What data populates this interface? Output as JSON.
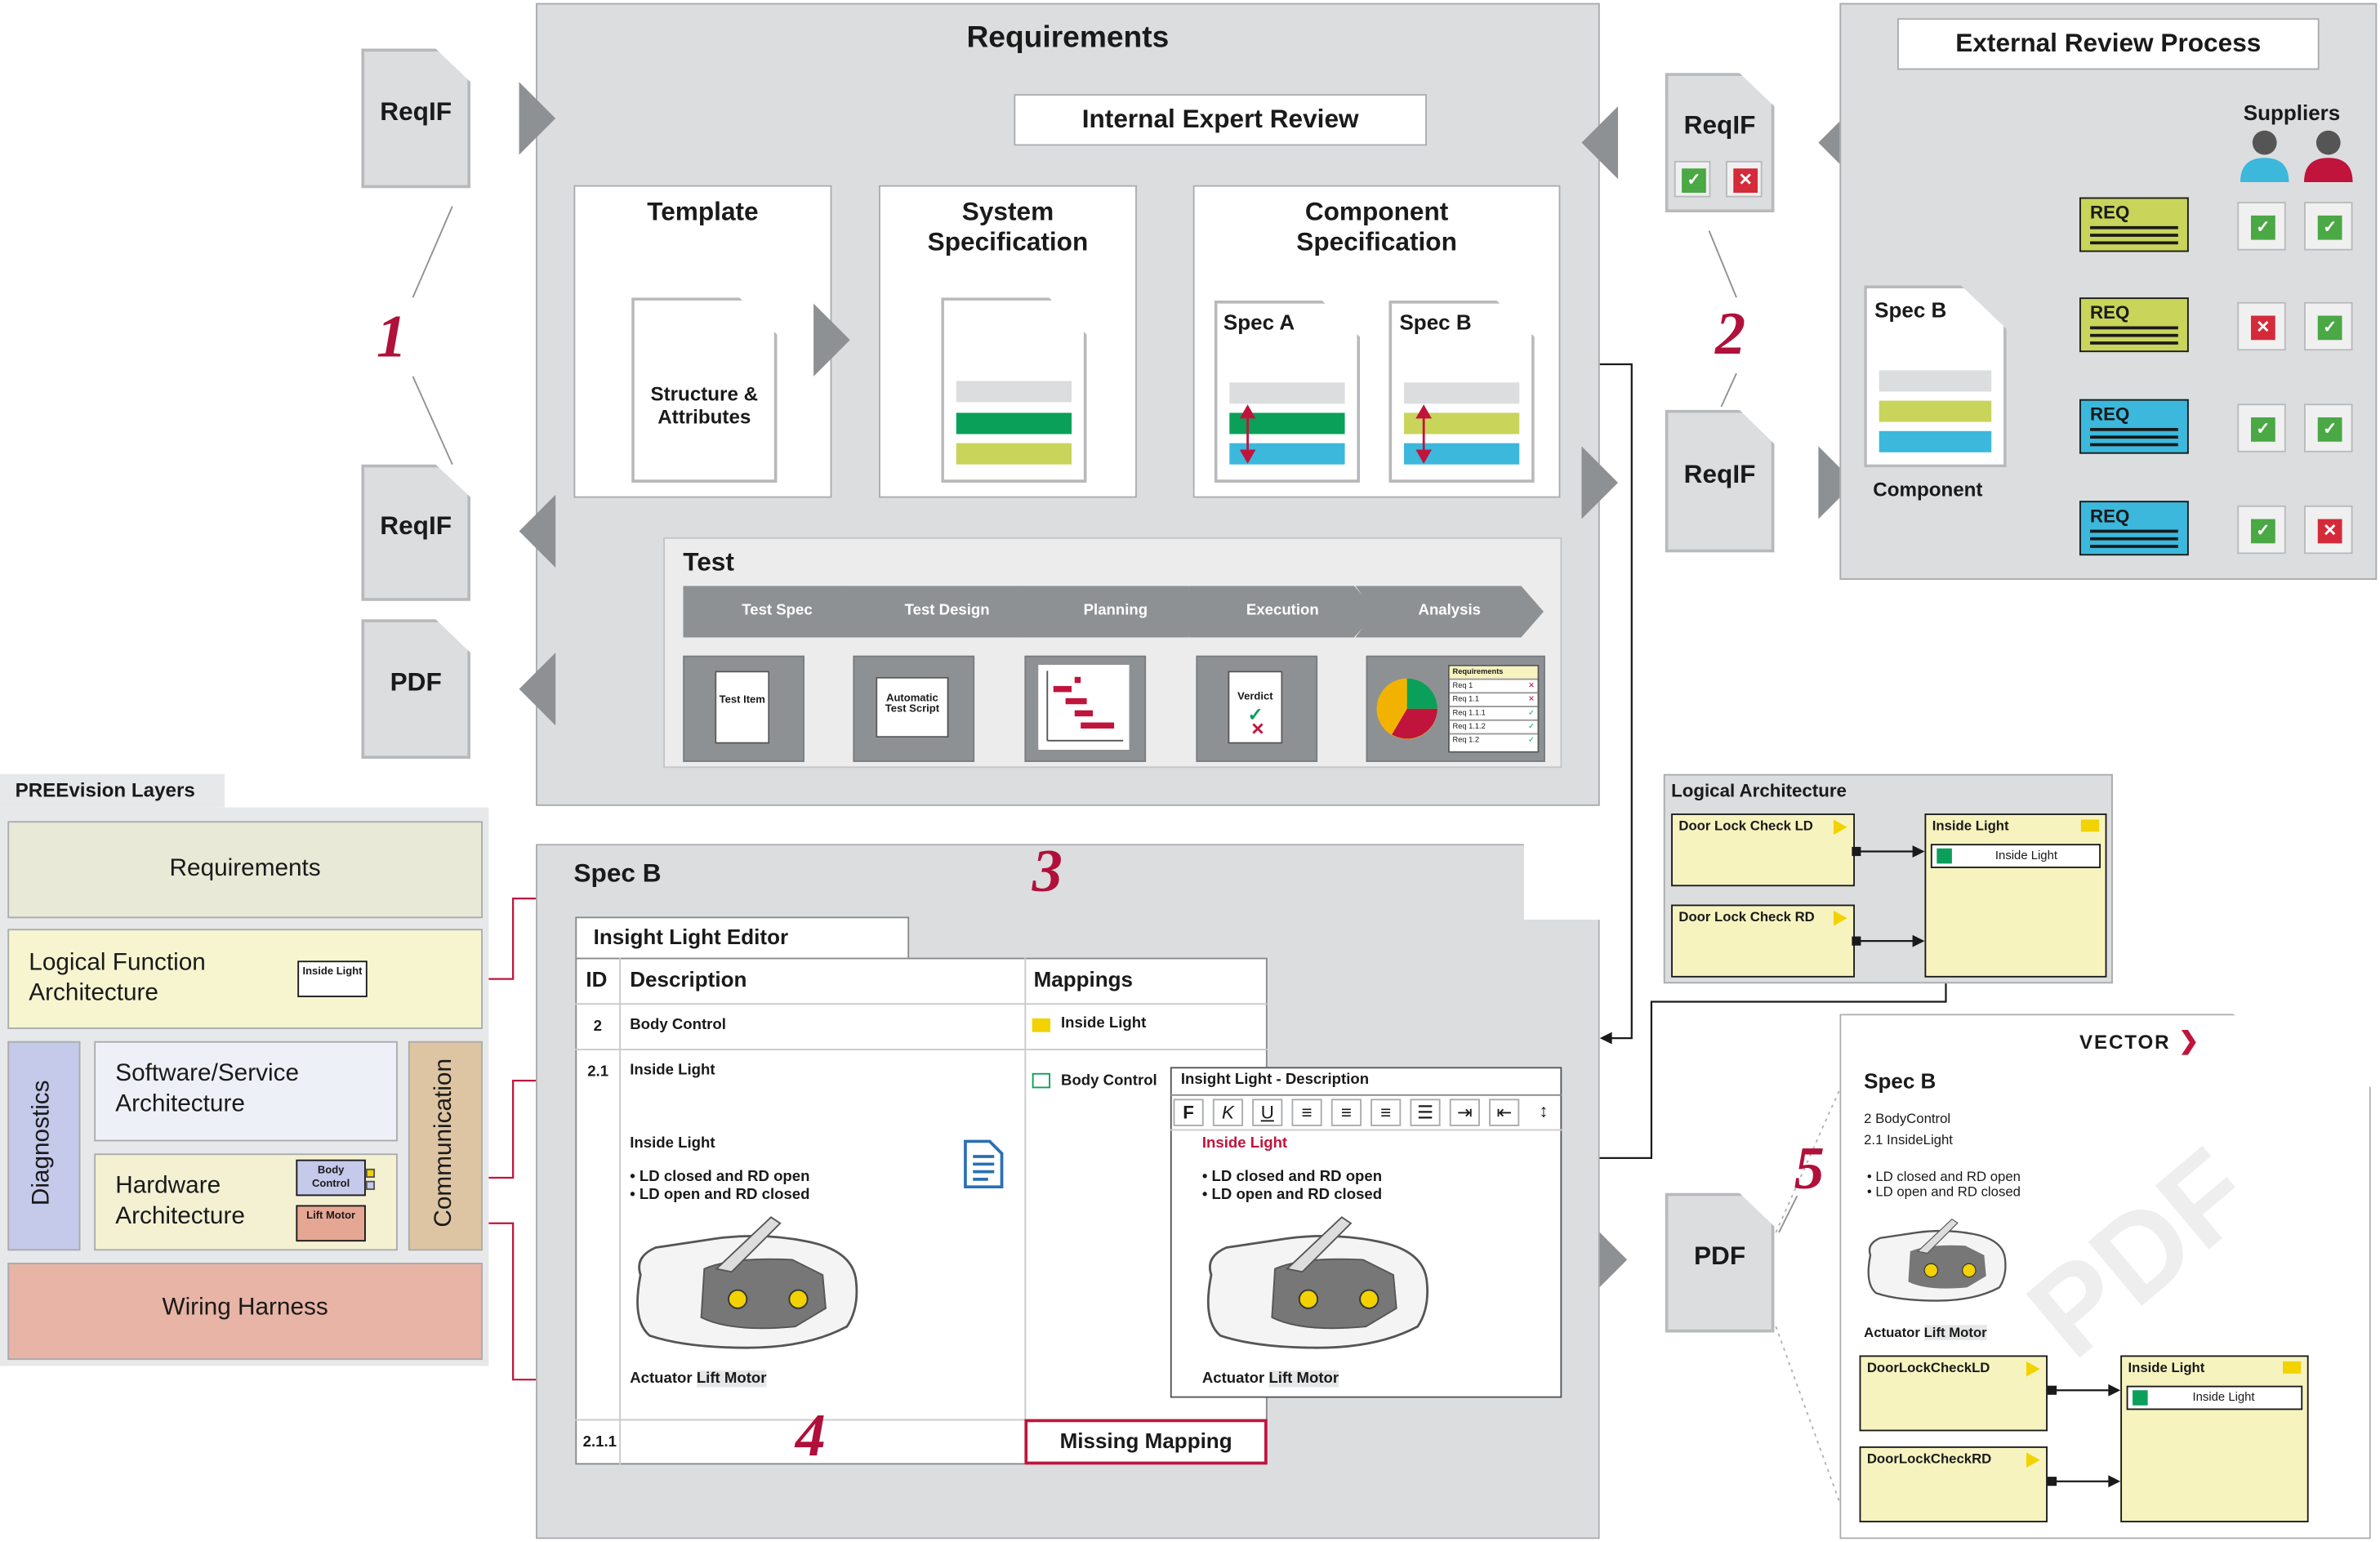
{
  "reqif_labels": [
    "ReqIF",
    "ReqIF",
    "ReqIF",
    "ReqIF"
  ],
  "pdf_labels": [
    "PDF",
    "PDF"
  ],
  "step_numbers": [
    "1",
    "2",
    "3",
    "4",
    "5"
  ],
  "requirements": {
    "title": "Requirements",
    "internal_review": "Internal Expert Review",
    "template": {
      "title": "Template",
      "doc_label": "Structure & Attributes"
    },
    "system_spec": {
      "title": "System Specification"
    },
    "component_spec": {
      "title": "Component Specification",
      "spec_a": "Spec A",
      "spec_b": "Spec B"
    },
    "test": {
      "title": "Test",
      "steps": [
        "Test Spec",
        "Test Design",
        "Planning",
        "Execution",
        "Analysis"
      ],
      "icons": [
        "Test Item",
        "Automatic Test Script",
        "",
        "Verdict",
        "Requirements"
      ],
      "req_table": [
        "Req 1",
        "Req 1.1",
        "Req 1.1.1",
        "Req 1.1.2",
        "Req 1.2"
      ]
    }
  },
  "external": {
    "title": "External Review Process",
    "suppliers_label": "Suppliers",
    "spec_label": "Spec B",
    "component_label": "Component",
    "req_label": "REQ",
    "reqs": [
      {
        "color": "#c8d45a",
        "checks": [
          "ok",
          "ok"
        ]
      },
      {
        "color": "#c8d45a",
        "checks": [
          "no",
          "ok"
        ]
      },
      {
        "color": "#3cb8dc",
        "checks": [
          "ok",
          "ok"
        ]
      },
      {
        "color": "#3cb8dc",
        "checks": [
          "ok",
          "no"
        ]
      }
    ],
    "check_ok": "✓",
    "check_no": "✕"
  },
  "layers": {
    "title": "PREEvision Layers",
    "requirements": "Requirements",
    "logical": "Logical Function Architecture",
    "inside_light_chip": "Inside Light",
    "diagnostics": "Diagnostics",
    "software": "Software/Service Architecture",
    "hardware": "Hardware Architecture",
    "body_control_chip": "Body Control",
    "lift_motor_chip": "Lift Motor",
    "communication": "Communication",
    "wiring": "Wiring Harness"
  },
  "spec_b": {
    "title": "Spec B",
    "editor_title": "Insight Light Editor",
    "columns": [
      "ID",
      "Description",
      "Mappings"
    ],
    "rows": [
      {
        "id": "2",
        "desc": "Body Control",
        "mapping": "Inside Light"
      },
      {
        "id": "2.1",
        "desc": "Inside Light",
        "mapping": "Body Control"
      },
      {
        "id": "2.1.1",
        "desc": "",
        "mapping": "Missing Mapping"
      }
    ],
    "body_heading": "Inside Light",
    "bullets": [
      "• LD closed and RD open",
      "• LD open and RD closed"
    ],
    "actuator_prefix": "Actuator",
    "actuator_highlight": "Lift Motor",
    "popup": {
      "title": "Insight Light - Description",
      "toolbar": [
        "F",
        "K",
        "U"
      ],
      "heading": "Inside Light",
      "bullets": [
        "• LD closed and RD open",
        "• LD open and RD closed"
      ],
      "actuator_prefix": "Actuator",
      "actuator_highlight": "Lift Motor"
    }
  },
  "logical_arch": {
    "title": "Logical Architecture",
    "box1": "Door Lock Check LD",
    "box2": "Door Lock Check RD",
    "box3": "Inside Light",
    "inner": "Inside Light"
  },
  "pdf_doc": {
    "brand": "VECTOR",
    "title": "Spec B",
    "line1": "2 BodyControl",
    "line2": "2.1 InsideLight",
    "bullets": [
      "• LD closed and RD open",
      "• LD open and RD closed"
    ],
    "actuator_prefix": "Actuator",
    "actuator_highlight": "Lift Motor",
    "box1": "DoorLockCheckLD",
    "box2": "DoorLockCheckRD",
    "box3": "Inside Light",
    "inner": "Inside Light",
    "watermark": "PDF"
  },
  "colors": {
    "accent_red": "#c0143c",
    "green": "#0aa05a",
    "lime": "#c8d45a",
    "cyan": "#3cb8dc",
    "panel_gray": "#dcdddf"
  }
}
